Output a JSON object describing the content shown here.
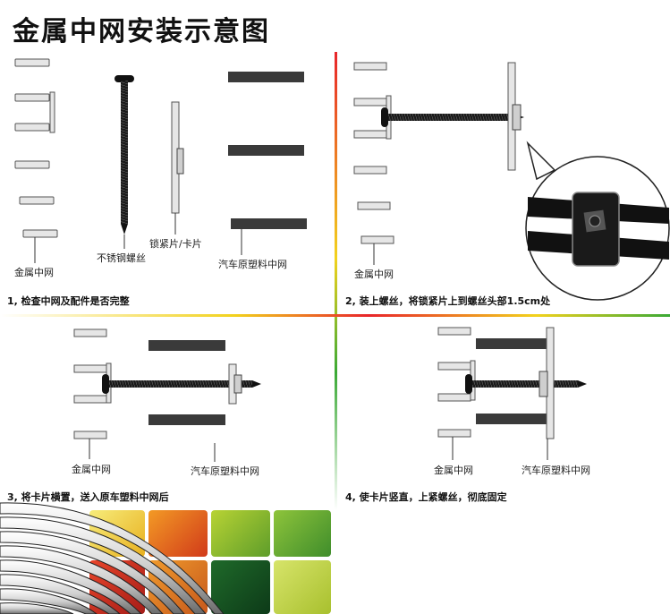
{
  "title": "金属中网安装示意图",
  "steps": [
    {
      "caption": "1, 检查中网及配件是否完整"
    },
    {
      "caption": "2, 装上螺丝，将锁紧片上到螺丝头部1.5cm处"
    },
    {
      "caption": "3, 将卡片横置，送入原车塑料中网后"
    },
    {
      "caption": "4, 使卡片竖直，上紧螺丝，彻底固定"
    }
  ],
  "labels": {
    "metal_mesh": "金属中网",
    "screw": "不锈钢螺丝",
    "lock_clip": "锁紧片/卡片",
    "plastic_grille": "汽车原塑料中网"
  },
  "colors": {
    "divider_red": "#e8252a",
    "divider_yellow": "#f2d21d",
    "divider_green": "#3aa935",
    "part_dark": "#3a3a3a",
    "part_light": "#e6e6e6"
  }
}
